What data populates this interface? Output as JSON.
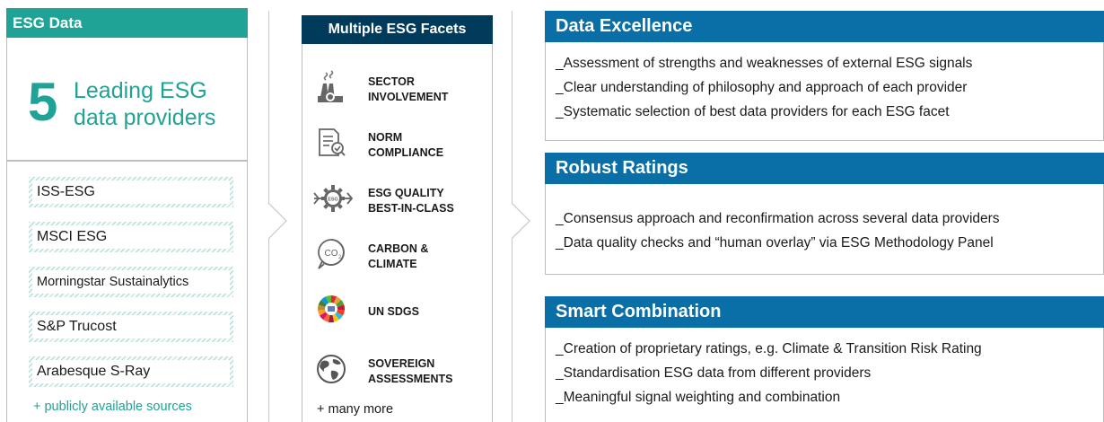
{
  "col1": {
    "header": "ESG Data",
    "big_number": "5",
    "big_line1": "Leading ESG",
    "big_line2": "data providers",
    "providers": [
      "ISS-ESG",
      "MSCI ESG",
      "Morningstar Sustainalytics",
      "S&P Trucost",
      "Arabesque S-Ray"
    ],
    "footer": "+ publicly available sources"
  },
  "col2": {
    "header": "Multiple ESG Facets",
    "facets": [
      {
        "line1": "SECTOR",
        "line2": "INVOLVEMENT",
        "icon": "factory-icon"
      },
      {
        "line1": "NORM",
        "line2": "COMPLIANCE",
        "icon": "document-check-icon"
      },
      {
        "line1": "ESG QUALITY",
        "line2": "BEST-IN-CLASS",
        "icon": "gear-arrows-icon"
      },
      {
        "line1": "CARBON &",
        "line2": "CLIMATE",
        "icon": "co2-icon"
      },
      {
        "line1": "UN SDGS",
        "line2": "",
        "icon": "sdg-wheel-icon"
      },
      {
        "line1": "SOVEREIGN",
        "line2": "ASSESSMENTS",
        "icon": "globe-icon"
      }
    ],
    "footer": "+ many more"
  },
  "col3": {
    "panels": [
      {
        "title": "Data Excellence",
        "bullets": [
          "_Assessment of strengths and weaknesses of external ESG signals",
          "_Clear understanding of philosophy and approach of each provider",
          "_Systematic selection of best data providers for each ESG facet"
        ]
      },
      {
        "title": "Robust Ratings",
        "bullets": [
          "_Consensus approach and reconfirmation across several data providers",
          "_Data quality checks and “human overlay” via ESG Methodology Panel"
        ]
      },
      {
        "title": "Smart Combination",
        "bullets": [
          "_Creation of proprietary ratings, e.g. Climate & Transition Risk Rating",
          "_Standardisation ESG data from different providers",
          "_Meaningful signal weighting and combination"
        ]
      }
    ]
  },
  "colors": {
    "teal": "#1fa396",
    "navy": "#003b5c",
    "blue": "#0a6fa6",
    "border": "#bdbdbd"
  }
}
